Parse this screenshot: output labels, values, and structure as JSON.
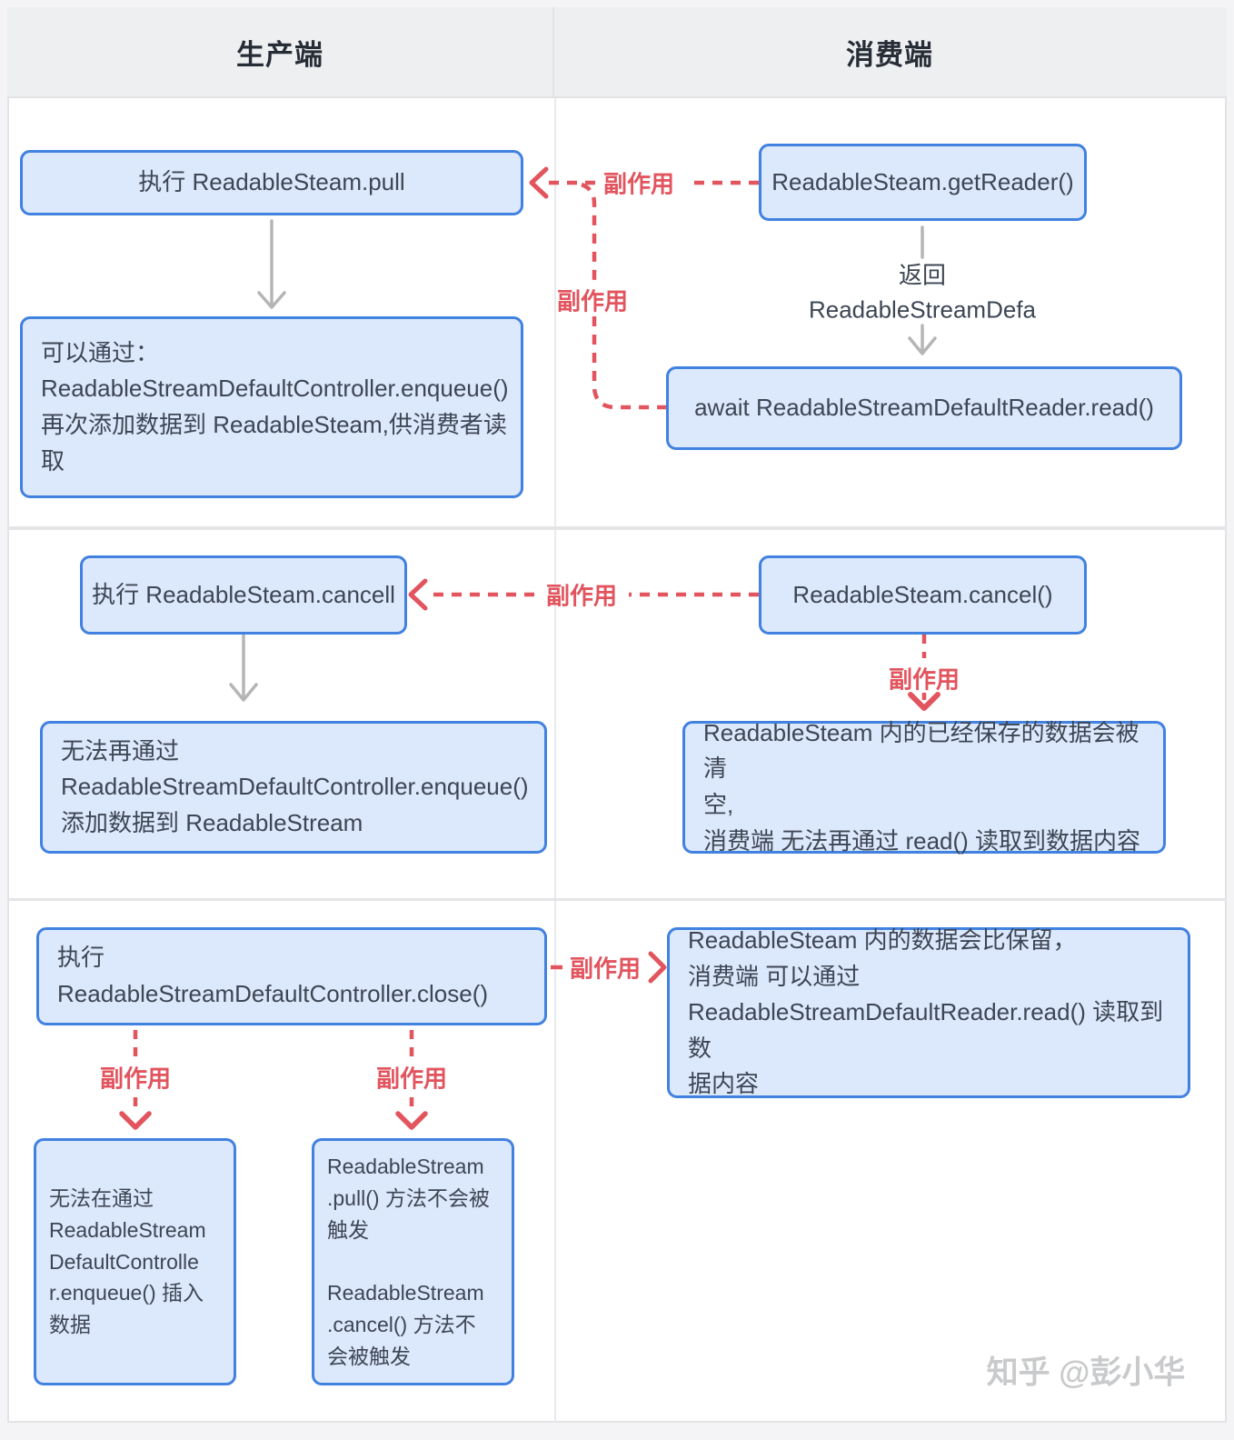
{
  "header": {
    "producer": "生产端",
    "consumer": "消费端"
  },
  "labels": {
    "side_effect": "副作用"
  },
  "producer": {
    "row1": {
      "action_box": "执行 ReadableSteam.pull",
      "result_box": "可以通过：\nReadableStreamDefaultController.enqueue()\n再次添加数据到 ReadableSteam,供消费者读取"
    },
    "row2": {
      "action_box": "执行 ReadableSteam.cancell",
      "result_box": "无法再通过\nReadableStreamDefaultController.enqueue()\n添加数据到 ReadableStream"
    },
    "row3": {
      "action_box": "执行\nReadableStreamDefaultController.close()",
      "result_box_left": "无法在通过\nReadableStream\nDefaultControlle\nr.enqueue() 插入\n数据",
      "result_box_right": "ReadableStream\n.pull() 方法不会被\n触发\n\nReadableStream\n.cancel() 方法不\n会被触发"
    }
  },
  "consumer": {
    "row1": {
      "action_box": "ReadableSteam.getReader()",
      "return_note": "返回\nReadableStreamDefa",
      "read_box": "await ReadableStreamDefaultReader.read()"
    },
    "row2": {
      "action_box": "ReadableSteam.cancel()",
      "result_box": "ReadableSteam 内的已经保存的数据会被清\n空,\n消费端 无法再通过 read() 读取到数据内容"
    },
    "row3": {
      "result_box": "ReadableSteam 内的数据会比保留，\n消费端 可以通过\nReadableStreamDefaultReader.read() 读取到数\n据内容"
    }
  },
  "watermark": "知乎 @彭小华",
  "colors": {
    "box_fill": "#dce8fb",
    "box_border": "#4181e0",
    "side_effect_red": "#e2545e",
    "arrow_gray": "#b5b5b5",
    "header_bg": "#eeeff1"
  }
}
